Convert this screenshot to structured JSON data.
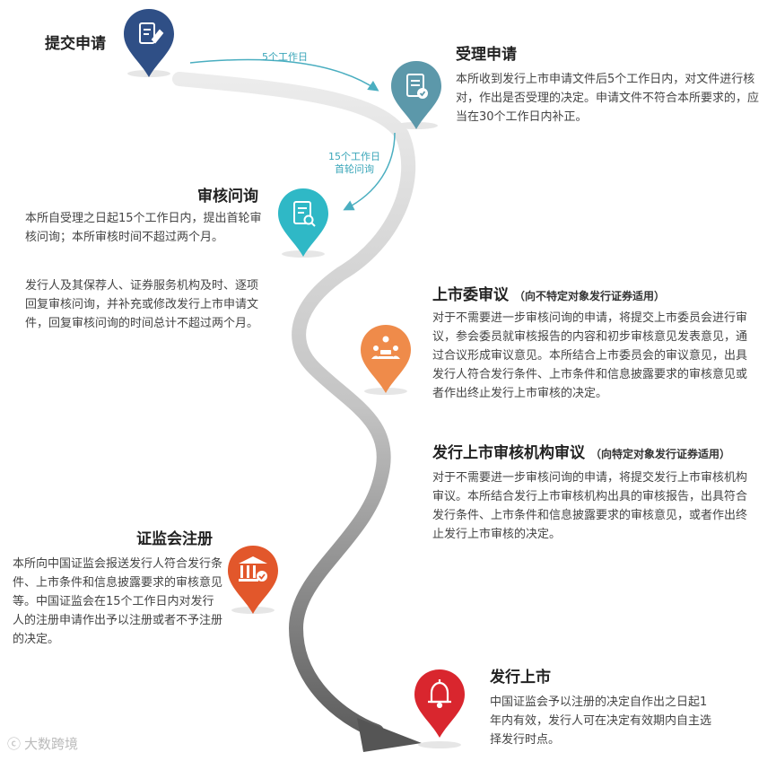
{
  "colors": {
    "submit": "#2f4f86",
    "accept": "#5c98aa",
    "inquiry": "#2fb8c6",
    "committee": "#ef8b4a",
    "registration": "#e2572b",
    "listing": "#d9262e",
    "road": "#a9a9a9"
  },
  "steps": {
    "submit": {
      "title": "提交申请",
      "icon": "document-pen-icon"
    },
    "accept": {
      "title": "受理申请",
      "icon": "document-check-icon",
      "desc": "本所收到发行上市申请文件后5个工作日内，对文件进行核对，作出是否受理的决定。申请文件不符合本所要求的，应当在30个工作日内补正。"
    },
    "inquiry": {
      "title": "审核问询",
      "icon": "document-search-icon",
      "desc1": "本所自受理之日起15个工作日内，提出首轮审核问询；本所审核时间不超过两个月。",
      "desc2": "发行人及其保荐人、证券服务机构及时、逐项回复审核问询，并补充或修改发行上市申请文件，回复审核问询的时间总计不超过两个月。"
    },
    "committee": {
      "title": "上市委审议",
      "subtitle": "（向不特定对象发行证券适用）",
      "icon": "meeting-icon",
      "desc": "对于不需要进一步审核问询的申请，将提交上市委员会进行审议，参会委员就审核报告的内容和初步审核意见发表意见，通过合议形成审议意见。本所结合上市委员会的审议意见，出具发行人符合发行条件、上市条件和信息披露要求的审核意见或者作出终止发行上市审核的决定。"
    },
    "agency": {
      "title": "发行上市审核机构审议",
      "subtitle": "（向特定对象发行证券适用）",
      "desc": "对于不需要进一步审核问询的申请，将提交发行上市审核机构审议。本所结合发行上市审核机构出具的审核报告，出具符合发行条件、上市条件和信息披露要求的审核意见，或者作出终止发行上市审核的决定。"
    },
    "registration": {
      "title": "证监会注册",
      "icon": "government-check-icon",
      "desc": "本所向中国证监会报送发行人符合发行条件、上市条件和信息披露要求的审核意见等。中国证监会在15个工作日内对发行人的注册申请作出予以注册或者不予注册的决定。"
    },
    "listing": {
      "title": "发行上市",
      "icon": "bell-icon",
      "desc": "中国证监会予以注册的决定自作出之日起1年内有效，发行人可在决定有效期内自主选择发行时点。"
    }
  },
  "arrows": {
    "a1": "5个工作日",
    "a2_line1": "15个工作日",
    "a2_line2": "首轮问询"
  },
  "watermark": "大数跨境"
}
